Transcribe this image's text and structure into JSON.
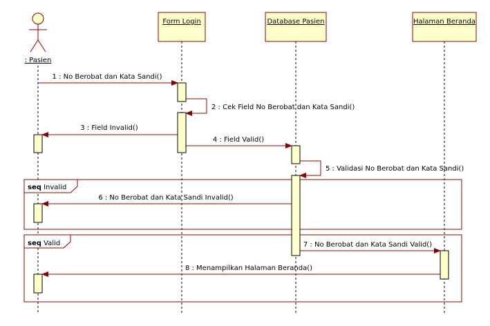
{
  "actor": {
    "name": ": Pasien"
  },
  "objects": [
    {
      "name": "Form Login"
    },
    {
      "name": "Database Pasien"
    },
    {
      "name": "Halaman Beranda"
    }
  ],
  "messages": [
    "1 : No Berobat dan Kata Sandi()",
    "2 : Cek Field No Berobat dan Kata Sandi()",
    "3 : Field Invalid()",
    "4 : Field Valid()",
    "5 : Validasi No Berobat dan Kata Sandi()",
    "6 : No Berobat dan Kata Sandi Invalid()",
    "7 : No Berobat dan Kata Sandi Valid()",
    "8 : Menampilkan Halaman Beranda()"
  ],
  "fragments": [
    {
      "operator": "seq",
      "guard": "Invalid"
    },
    {
      "operator": "seq",
      "guard": "Valid"
    }
  ],
  "colors": {
    "stroke": "#8b0000",
    "fill": "#ffffcc"
  }
}
